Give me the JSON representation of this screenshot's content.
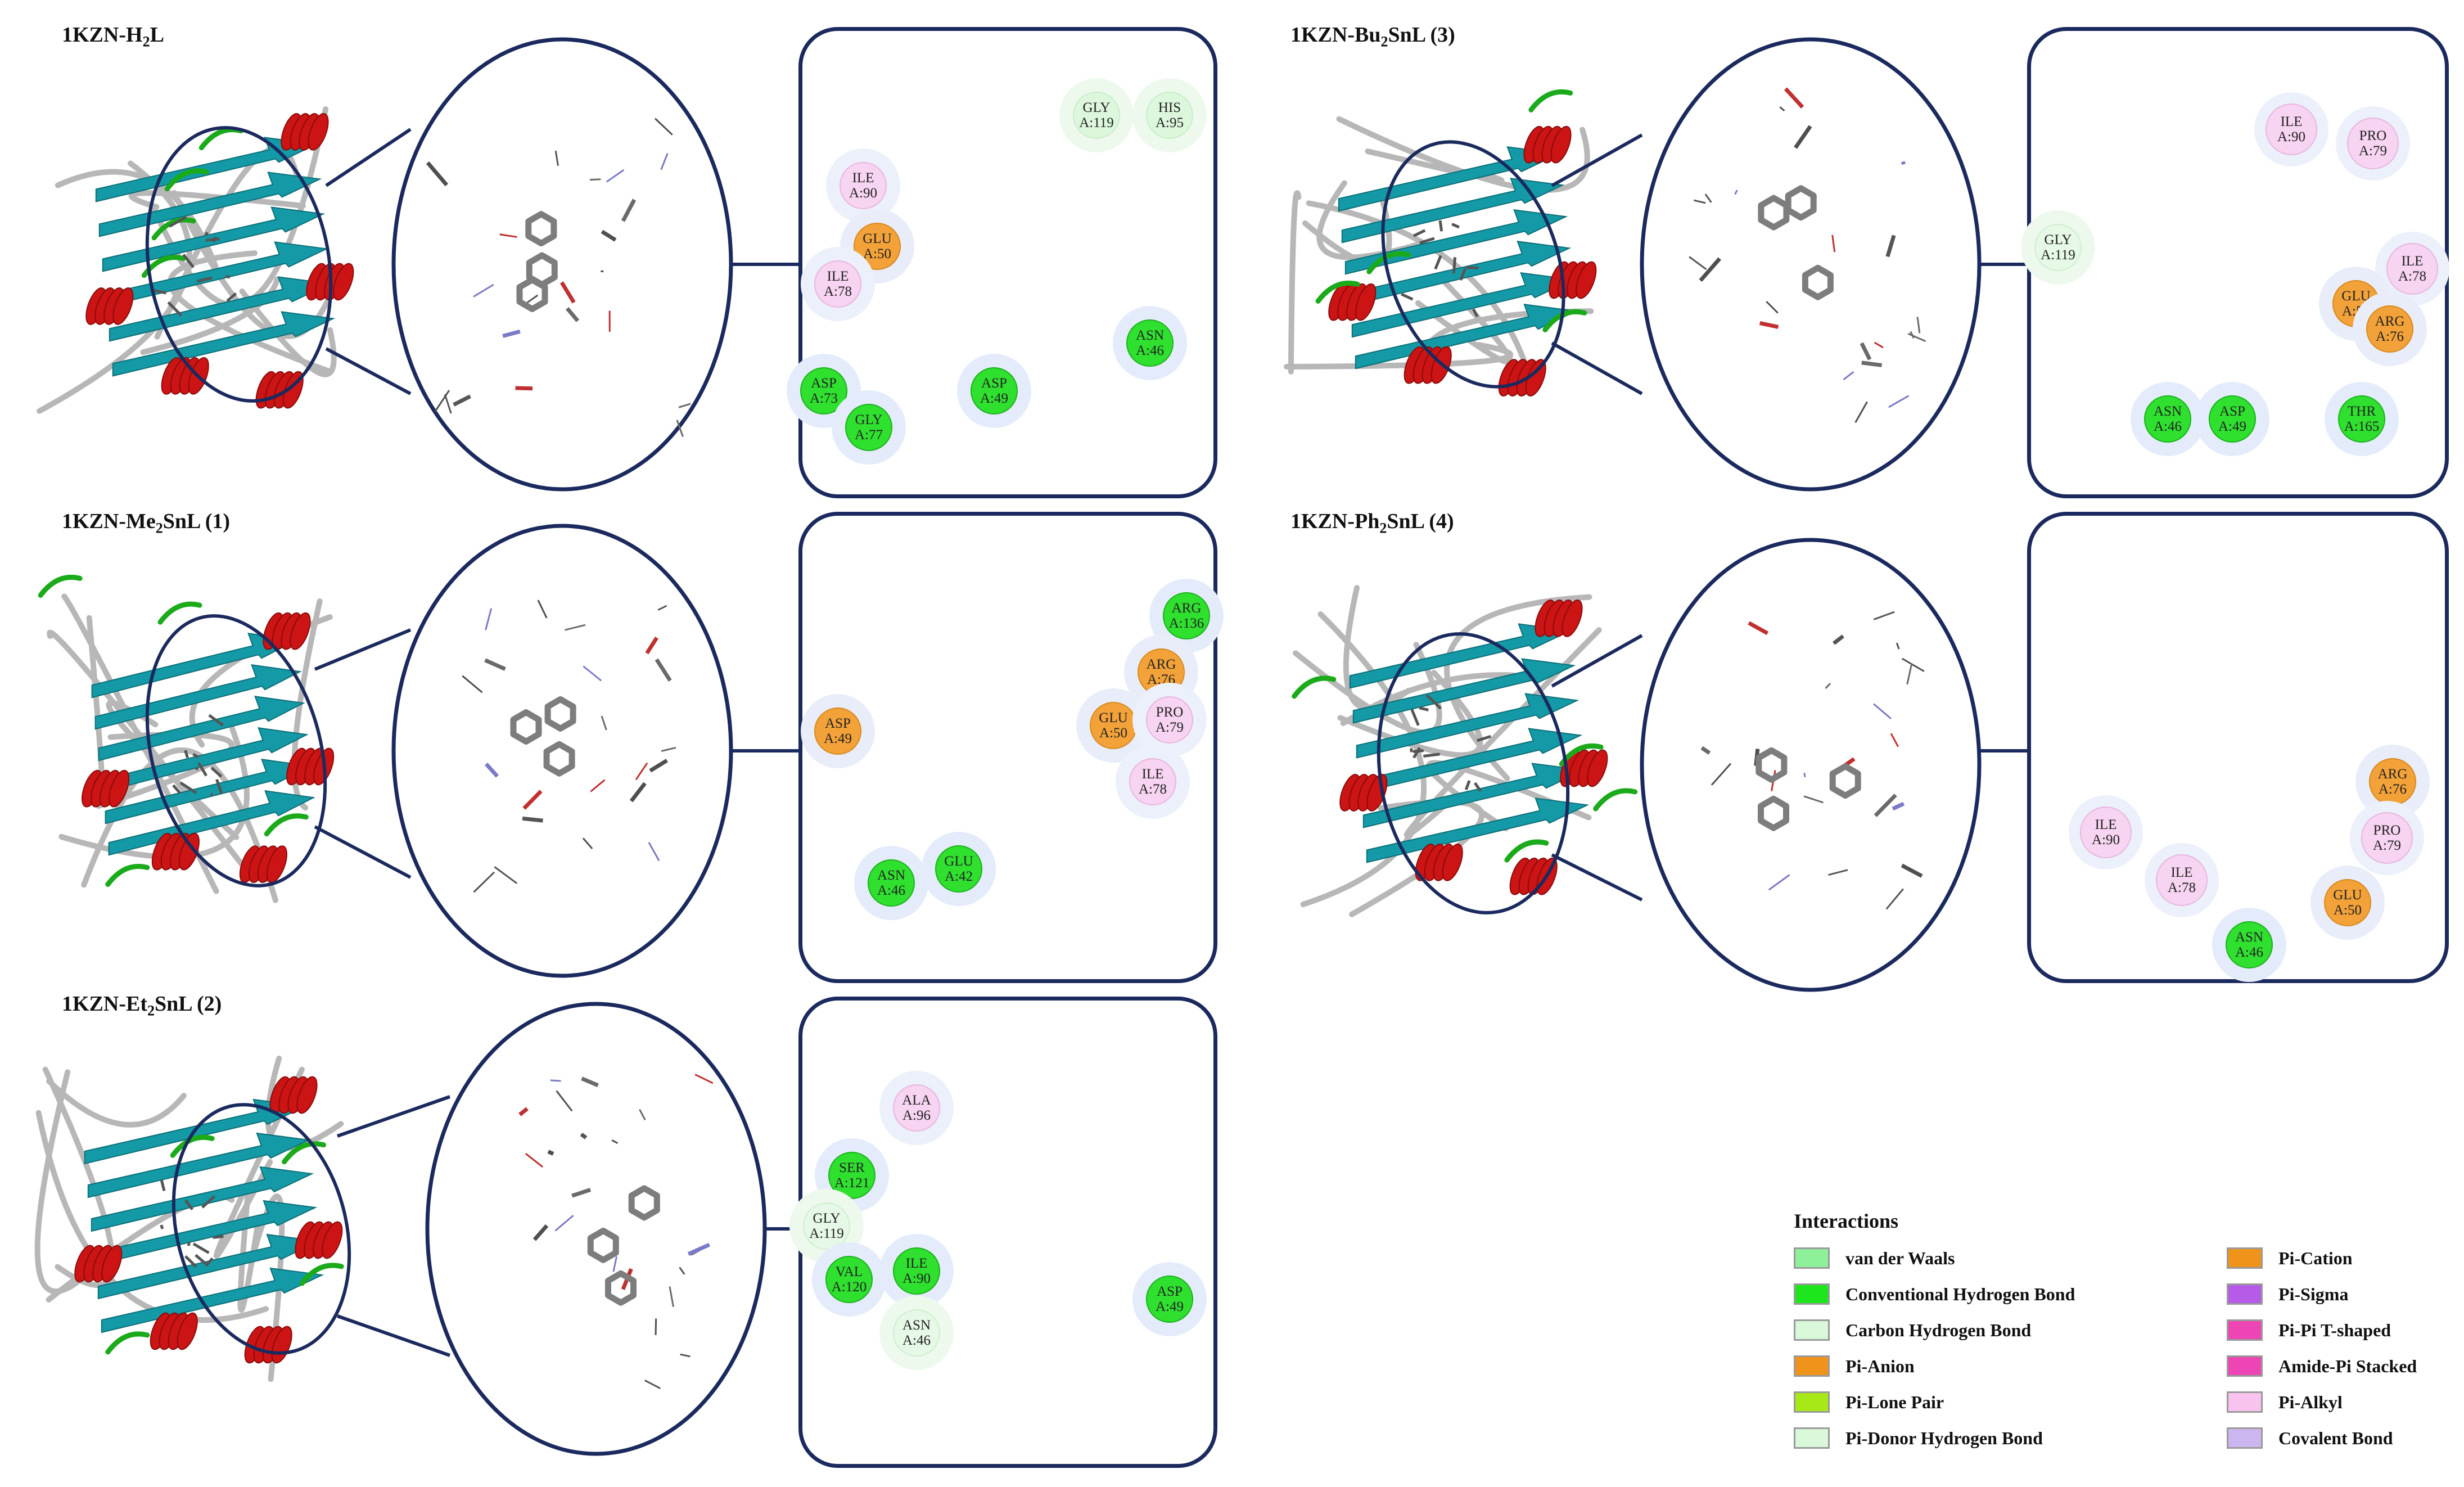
{
  "panels": [
    {
      "id": "h2l",
      "title_main": "1KZN-H",
      "title_sub": "2",
      "title_rest": "L"
    },
    {
      "id": "me2snl",
      "title_main": "1KZN-Me",
      "title_sub": "2",
      "title_rest": "SnL (1)"
    },
    {
      "id": "et2snl",
      "title_main": "1KZN-Et",
      "title_sub": "2",
      "title_rest": "SnL (2)"
    },
    {
      "id": "bu2snl",
      "title_main": "1KZN-Bu",
      "title_sub": "2",
      "title_rest": "SnL (3)"
    },
    {
      "id": "ph2snl",
      "title_main": "1KZN-Ph",
      "title_sub": "2",
      "title_rest": "SnL (4)"
    }
  ],
  "residues": {
    "h2l": [
      {
        "n": "GLY",
        "a": "A:119",
        "t": "vdw"
      },
      {
        "n": "HIS",
        "a": "A:95",
        "t": "vdw"
      },
      {
        "n": "ILE",
        "a": "A:90",
        "t": "alkyl"
      },
      {
        "n": "GLU",
        "a": "A:50",
        "t": "anion"
      },
      {
        "n": "ILE",
        "a": "A:78",
        "t": "alkyl"
      },
      {
        "n": "ASN",
        "a": "A:46",
        "t": "hbond"
      },
      {
        "n": "ASP",
        "a": "A:73",
        "t": "hbond"
      },
      {
        "n": "GLY",
        "a": "A:77",
        "t": "hbond"
      },
      {
        "n": "ASP",
        "a": "A:49",
        "t": "hbond"
      }
    ],
    "me2snl": [
      {
        "n": "ARG",
        "a": "A:136",
        "t": "hbond"
      },
      {
        "n": "ARG",
        "a": "A:76",
        "t": "anion"
      },
      {
        "n": "ASP",
        "a": "A:49",
        "t": "anion"
      },
      {
        "n": "GLU",
        "a": "A:50",
        "t": "anion"
      },
      {
        "n": "PRO",
        "a": "A:79",
        "t": "alkyl"
      },
      {
        "n": "ILE",
        "a": "A:78",
        "t": "alkyl"
      },
      {
        "n": "ASN",
        "a": "A:46",
        "t": "hbond"
      },
      {
        "n": "GLU",
        "a": "A:42",
        "t": "hbond"
      }
    ],
    "et2snl": [
      {
        "n": "ALA",
        "a": "A:96",
        "t": "alkyl"
      },
      {
        "n": "SER",
        "a": "A:121",
        "t": "hbond"
      },
      {
        "n": "GLY",
        "a": "A:119",
        "t": "carbon"
      },
      {
        "n": "VAL",
        "a": "A:120",
        "t": "hbond"
      },
      {
        "n": "ILE",
        "a": "A:90",
        "t": "hbond"
      },
      {
        "n": "ASN",
        "a": "A:46",
        "t": "carbon"
      },
      {
        "n": "ASP",
        "a": "A:49",
        "t": "hbond"
      }
    ],
    "bu2snl": [
      {
        "n": "ILE",
        "a": "A:90",
        "t": "alkyl"
      },
      {
        "n": "PRO",
        "a": "A:79",
        "t": "alkyl"
      },
      {
        "n": "GLY",
        "a": "A:119",
        "t": "carbon"
      },
      {
        "n": "ILE",
        "a": "A:78",
        "t": "alkyl"
      },
      {
        "n": "GLU",
        "a": "A:50",
        "t": "anion"
      },
      {
        "n": "ARG",
        "a": "A:76",
        "t": "anion"
      },
      {
        "n": "ASN",
        "a": "A:46",
        "t": "hbond"
      },
      {
        "n": "ASP",
        "a": "A:49",
        "t": "hbond"
      },
      {
        "n": "THR",
        "a": "A:165",
        "t": "hbond"
      }
    ],
    "ph2snl": [
      {
        "n": "ARG",
        "a": "A:76",
        "t": "anion"
      },
      {
        "n": "ILE",
        "a": "A:90",
        "t": "alkyl"
      },
      {
        "n": "PRO",
        "a": "A:79",
        "t": "alkyl"
      },
      {
        "n": "ILE",
        "a": "A:78",
        "t": "alkyl"
      },
      {
        "n": "GLU",
        "a": "A:50",
        "t": "anion"
      },
      {
        "n": "ASN",
        "a": "A:46",
        "t": "hbond"
      }
    ]
  },
  "legend": {
    "title": "Interactions",
    "items": [
      {
        "label": "van der Waals",
        "color": "#8ff09a"
      },
      {
        "label": "Conventional Hydrogen Bond",
        "color": "#1de61d"
      },
      {
        "label": "Carbon Hydrogen Bond",
        "color": "#d9f8da"
      },
      {
        "label": "Pi-Anion",
        "color": "#f0931b"
      },
      {
        "label": "Pi-Lone Pair",
        "color": "#a7e817"
      },
      {
        "label": "Pi-Donor Hydrogen Bond",
        "color": "#d9f8da"
      },
      {
        "label": "Pi-Cation",
        "color": "#f0931b"
      },
      {
        "label": "Pi-Sigma",
        "color": "#b65ae8"
      },
      {
        "label": "Pi-Pi T-shaped",
        "color": "#ee45b4"
      },
      {
        "label": "Amide-Pi Stacked",
        "color": "#ee45b4"
      },
      {
        "label": "Pi-Alkyl",
        "color": "#f9c3ef"
      },
      {
        "label": "Covalent Bond",
        "color": "#cbb6f0"
      }
    ]
  },
  "colors": {
    "frame": "#1b2a5e",
    "helix": "#cc1414",
    "sheet": "#139aa6",
    "loop": "#b7b7b7",
    "turn": "#1aaa1a",
    "bond": "#7d7d7d"
  },
  "type_colors": {
    "vdw": {
      "fill": "#ddf7dd",
      "stroke": "#c8eec8",
      "halo": "#eef9ee"
    },
    "hbond": {
      "fill": "#2fe02f",
      "stroke": "#1ab21a",
      "halo": "#e4ecfb"
    },
    "carbon": {
      "fill": "#e6f8e6",
      "stroke": "#cfeecf",
      "halo": "#eef9ee"
    },
    "anion": {
      "fill": "#f2a238",
      "stroke": "#d98a1c",
      "halo": "#e8edf9"
    },
    "alkyl": {
      "fill": "#f7d4f1",
      "stroke": "#e8b6e0",
      "halo": "#ecf0fa"
    }
  }
}
